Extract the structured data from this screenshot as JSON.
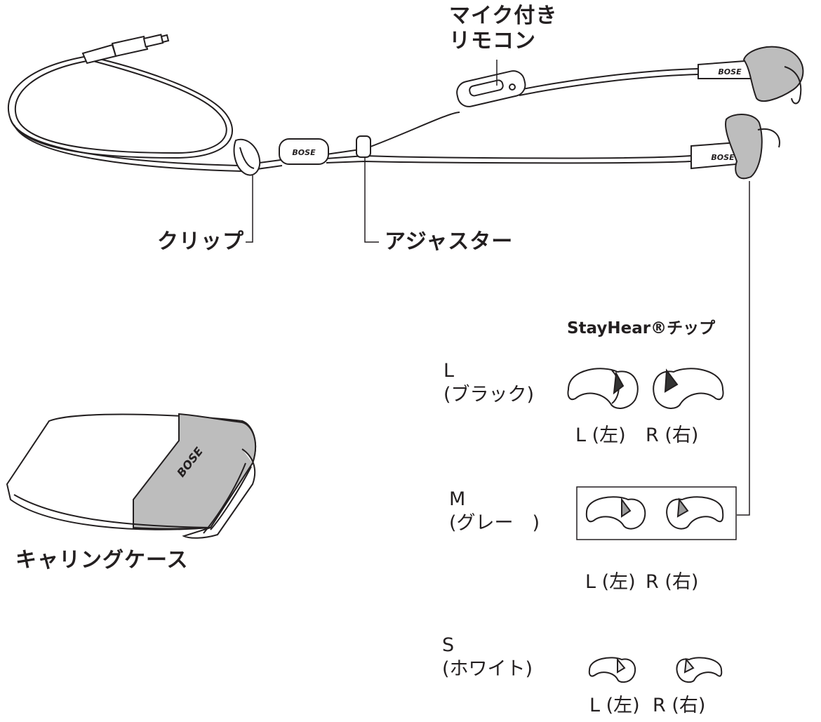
{
  "labels": {
    "mic_remote_line1": "マイク付き",
    "mic_remote_line2": "リモコン",
    "clip": "クリップ",
    "adjuster": "アジャスター",
    "tips_title": "StayHear®チップ",
    "carrying_case": "キャリングケース"
  },
  "logo": "BOSE",
  "tips": [
    {
      "size": "L",
      "color": "(ブラック)",
      "left": "L (左)",
      "right": "R (右)"
    },
    {
      "size": "M",
      "color": "(グレー　)",
      "left": "L (左)",
      "right": "R (右)"
    },
    {
      "size": "S",
      "color": "(ホワイト)",
      "left": "L (左)",
      "right": "R (右)"
    }
  ],
  "colors": {
    "ink": "#231f20",
    "case_band": "#bdbdbd",
    "tip_l_center": "#333333",
    "tip_m_center": "#9a9a9a",
    "tip_s_center": "#e6e6e6"
  }
}
